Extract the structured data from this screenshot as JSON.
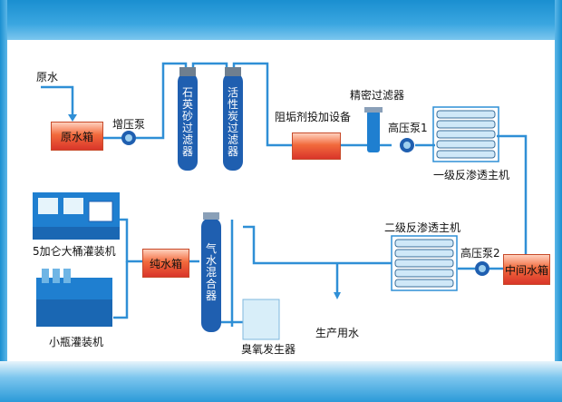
{
  "labels": {
    "raw_water": "原水",
    "raw_water_tank": "原水箱",
    "booster_pump": "增压泵",
    "quartz_filter": "石英砂过滤器",
    "carbon_filter": "活性炭过滤器",
    "antiscalant": "阻垢剂投加设备",
    "precision_filter": "精密过滤器",
    "hp_pump_1": "高压泵1",
    "ro_stage1": "一级反渗透主机",
    "ro_stage2": "二级反渗透主机",
    "hp_pump_2": "高压泵2",
    "intermediate_tank": "中间水箱",
    "pure_water_tank": "纯水箱",
    "gas_water_mixer": "气水混合器",
    "ozone_generator": "臭氧发生器",
    "production_water": "生产用水",
    "barrel_filler": "5加仑大桶灌装机",
    "bottle_filler": "小瓶灌装机"
  },
  "colors": {
    "pipe": "#2f8fd6",
    "tank_red": "#e0452e",
    "filter_blue": "#1f5fb0",
    "membrane": "#9fd0ef"
  }
}
